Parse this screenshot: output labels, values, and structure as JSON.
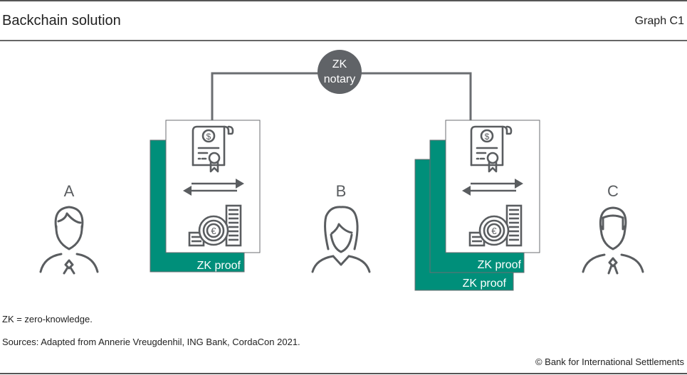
{
  "header": {
    "title": "Backchain solution",
    "graph_id": "Graph C1"
  },
  "diagram": {
    "notary": {
      "line1": "ZK",
      "line2": "notary"
    },
    "parties": [
      {
        "label": "A"
      },
      {
        "label": "B"
      },
      {
        "label": "C"
      }
    ],
    "proof_label": "ZK proof",
    "colors": {
      "teal": "#008f7a",
      "icon_gray": "#5a5d60",
      "notary_fill": "#606367",
      "line_gray": "#6b6e71"
    }
  },
  "footer": {
    "abbreviation_note": "ZK = zero-knowledge.",
    "sources": "Sources: Adapted from Annerie Vreugdenhil, ING Bank, CordaCon 2021.",
    "copyright": "© Bank for International Settlements"
  }
}
